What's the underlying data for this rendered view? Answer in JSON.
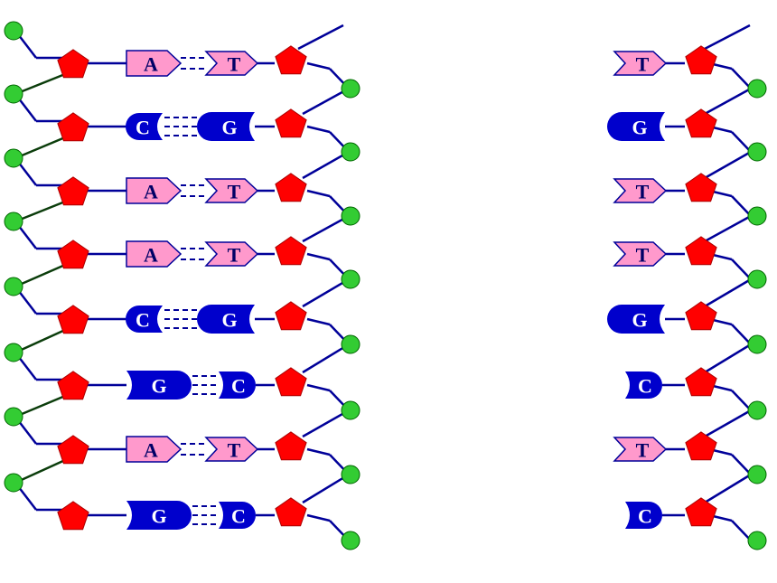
{
  "colors": {
    "phosphate": "#33cc33",
    "sugar": "#ff0000",
    "backbone": "#000099",
    "backbone_alt": "#0b3d0b",
    "purine_pyrimidine_light": "#ff99cc",
    "purine_pyrimidine_dark": "#0000cc",
    "text_dark_on_light": "#000066",
    "text_light_on_dark": "#ffffff"
  },
  "double_strand": {
    "left_bases": [
      "A",
      "C",
      "A",
      "A",
      "C",
      "G",
      "A",
      "G"
    ],
    "right_bases": [
      "T",
      "G",
      "T",
      "T",
      "G",
      "C",
      "T",
      "C"
    ]
  },
  "single_strand": {
    "bases": [
      "T",
      "G",
      "T",
      "T",
      "G",
      "C",
      "T",
      "C"
    ]
  }
}
